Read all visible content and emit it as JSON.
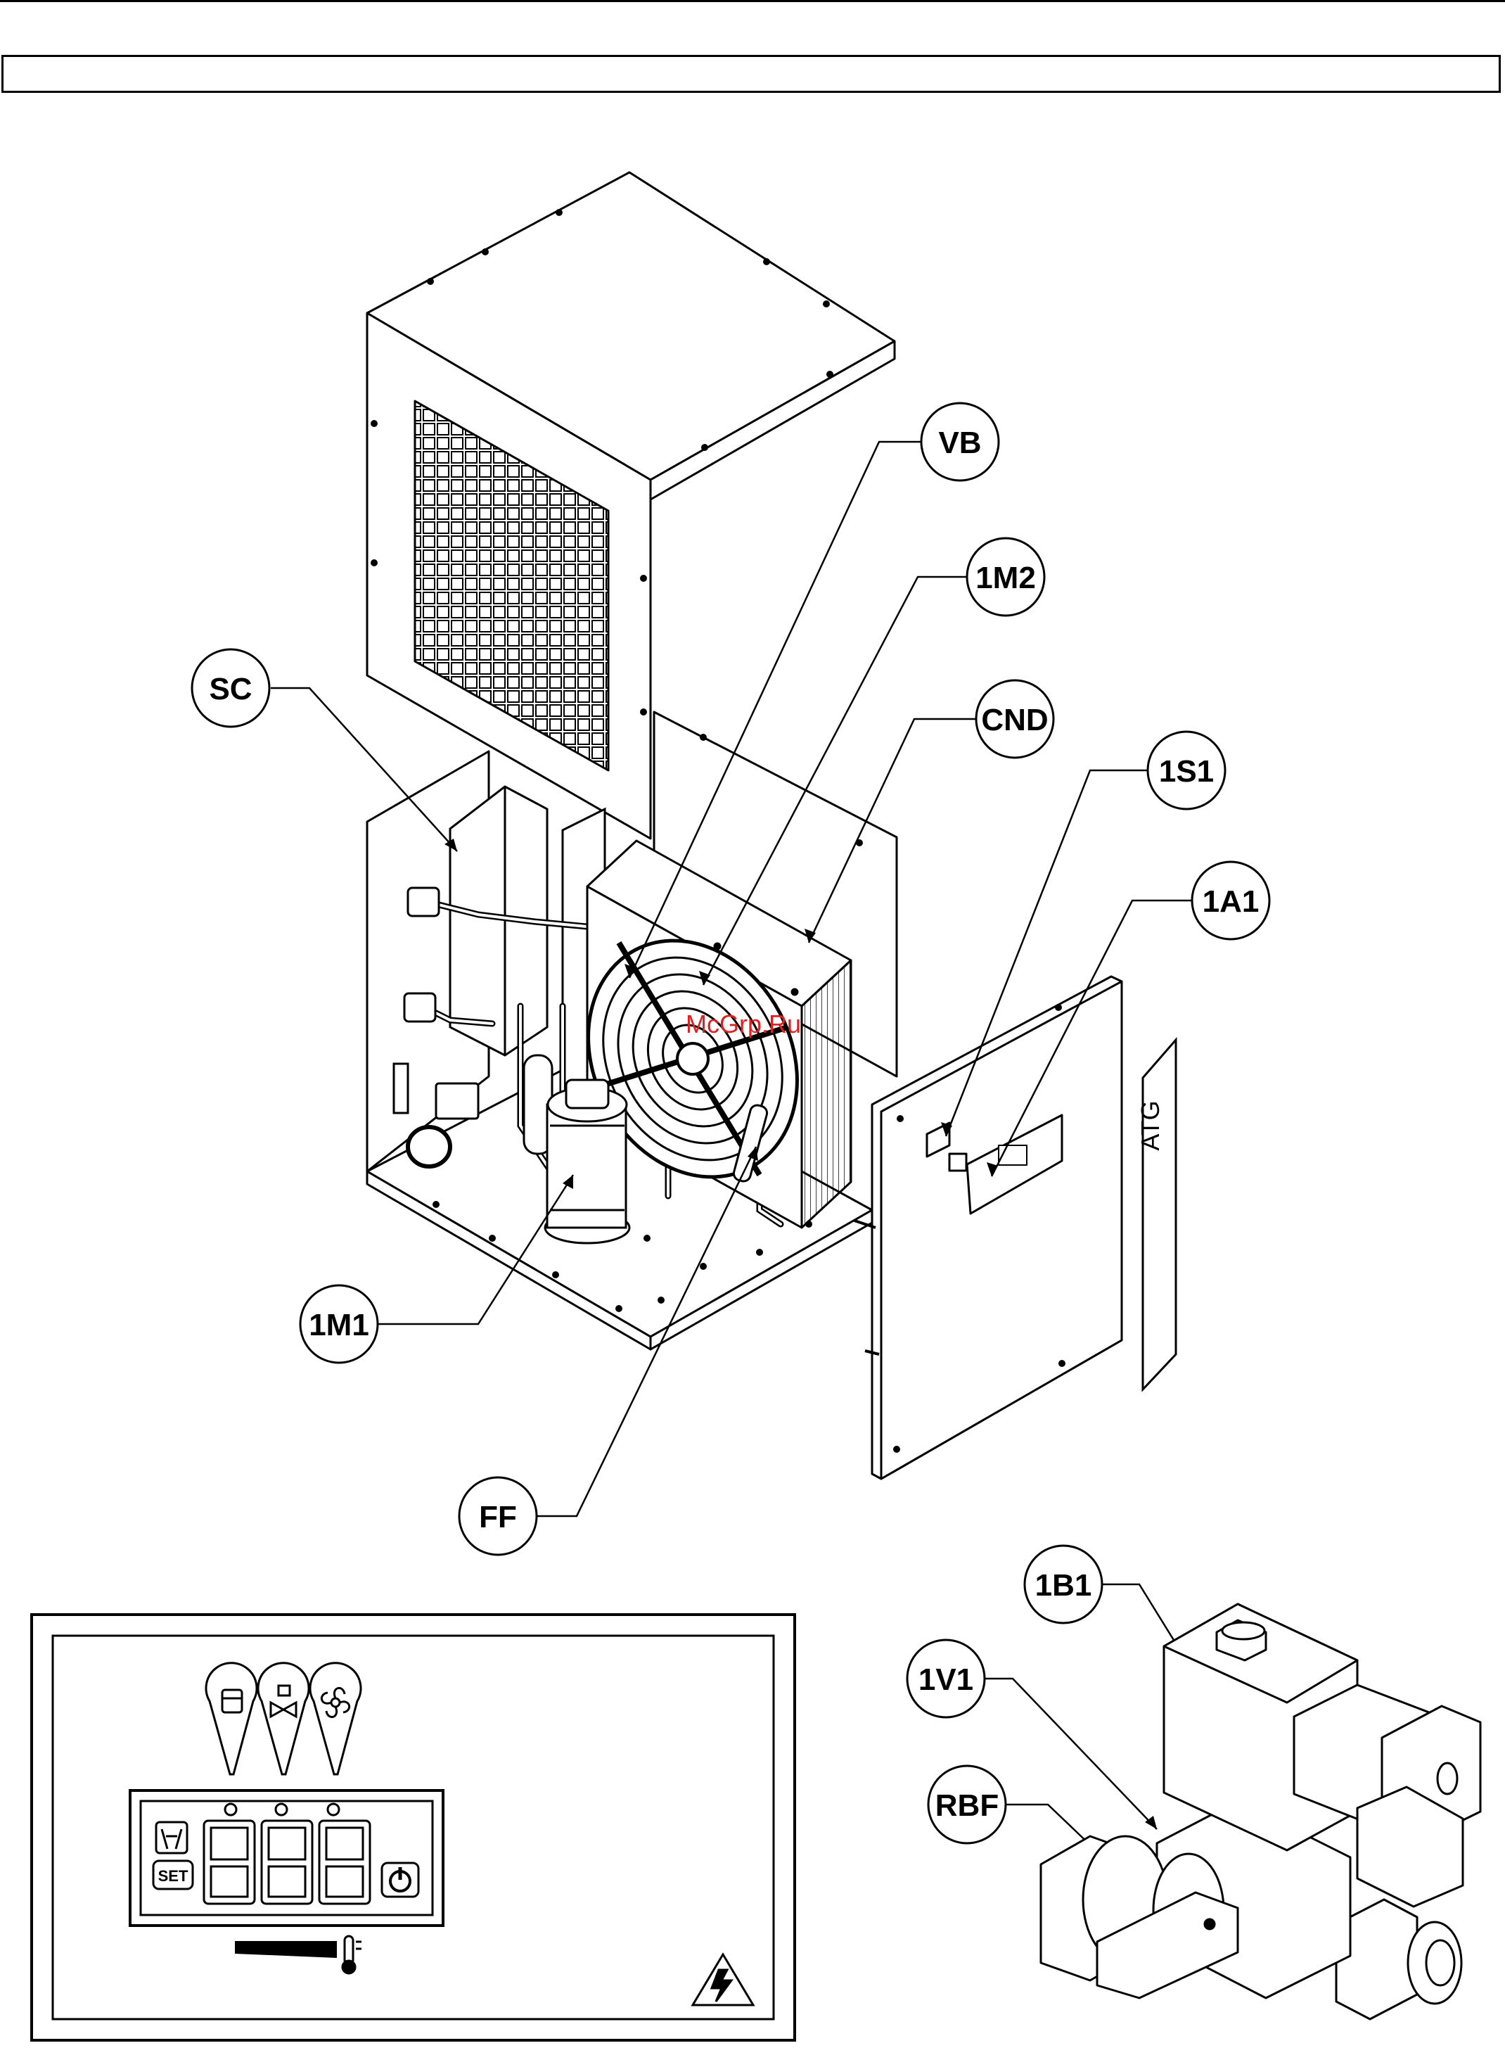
{
  "callouts": {
    "vb": "VB",
    "m2": "1M2",
    "cnd": "CND",
    "s1": "1S1",
    "a1": "1A1",
    "sc": "SC",
    "m1": "1M1",
    "ff": "FF",
    "b1": "1B1",
    "v1": "1V1",
    "rbf": "RBF"
  },
  "controller": {
    "set_label": "SET",
    "display_digits": "888"
  },
  "watermark": "McGrp.Ru",
  "side_strip_text": "ATG"
}
